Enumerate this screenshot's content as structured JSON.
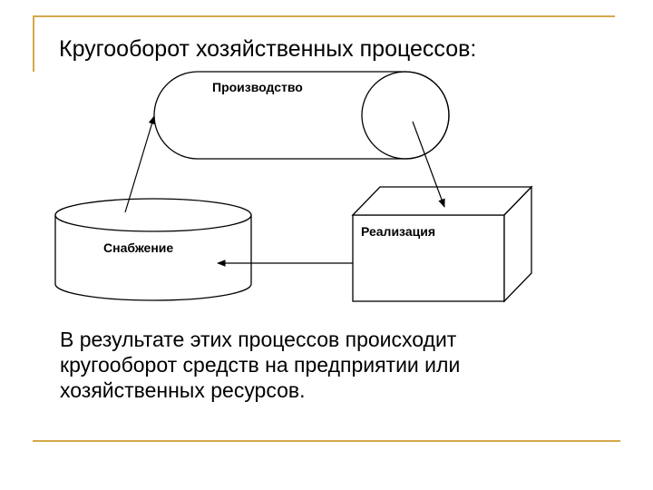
{
  "title": "Кругооборот хозяйственных процессов:",
  "diagram": {
    "production_label": "Производство",
    "supply_label": "Снабжение",
    "sales_label": "Реализация"
  },
  "body": {
    "lines": [
      "В результате этих процессов происходит",
      "кругооборот  средств на предприятии или",
      "хозяйственных ресурсов."
    ]
  },
  "colors": {
    "accent_rule": "#d4a84a",
    "stroke": "#000000",
    "text": "#000000"
  }
}
